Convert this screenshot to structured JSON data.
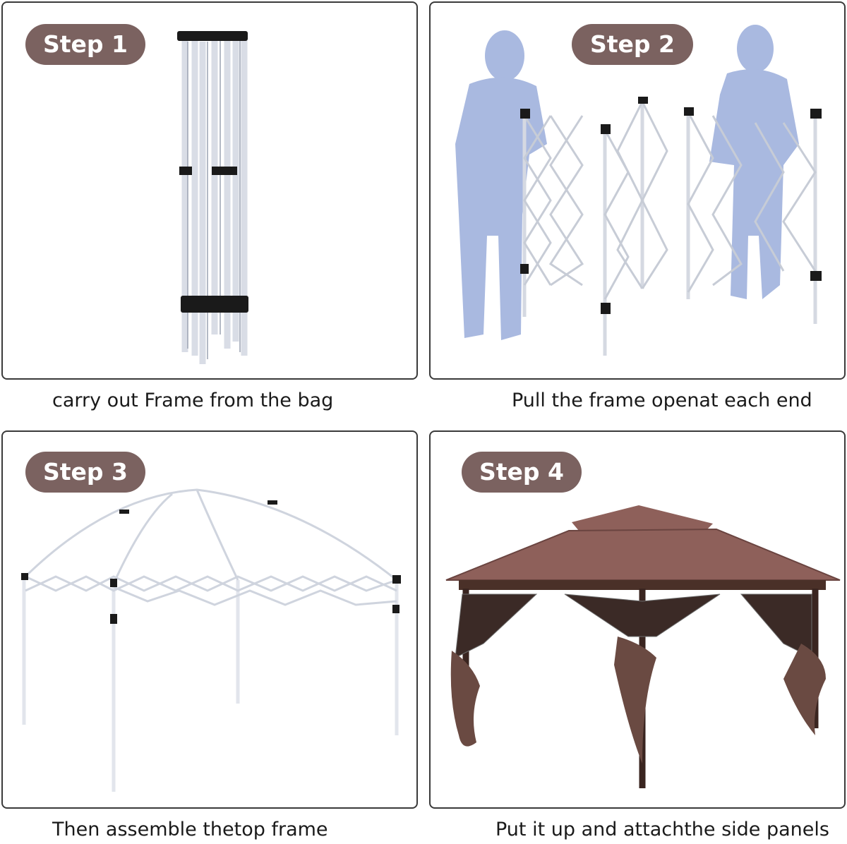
{
  "steps": [
    {
      "badge": "Step 1",
      "caption": "carry out Frame from the bag"
    },
    {
      "badge": "Step 2",
      "caption": "Pull the frame openat each end"
    },
    {
      "badge": "Step 3",
      "caption": "Then assemble thetop frame"
    },
    {
      "badge": "Step 4",
      "caption": "Put it up and attachthe side panels"
    }
  ],
  "colors": {
    "badge": "#7b6260",
    "silhouette": "#a9b9e0",
    "canopy": "#8e605a",
    "frame": "#e8eaef"
  }
}
